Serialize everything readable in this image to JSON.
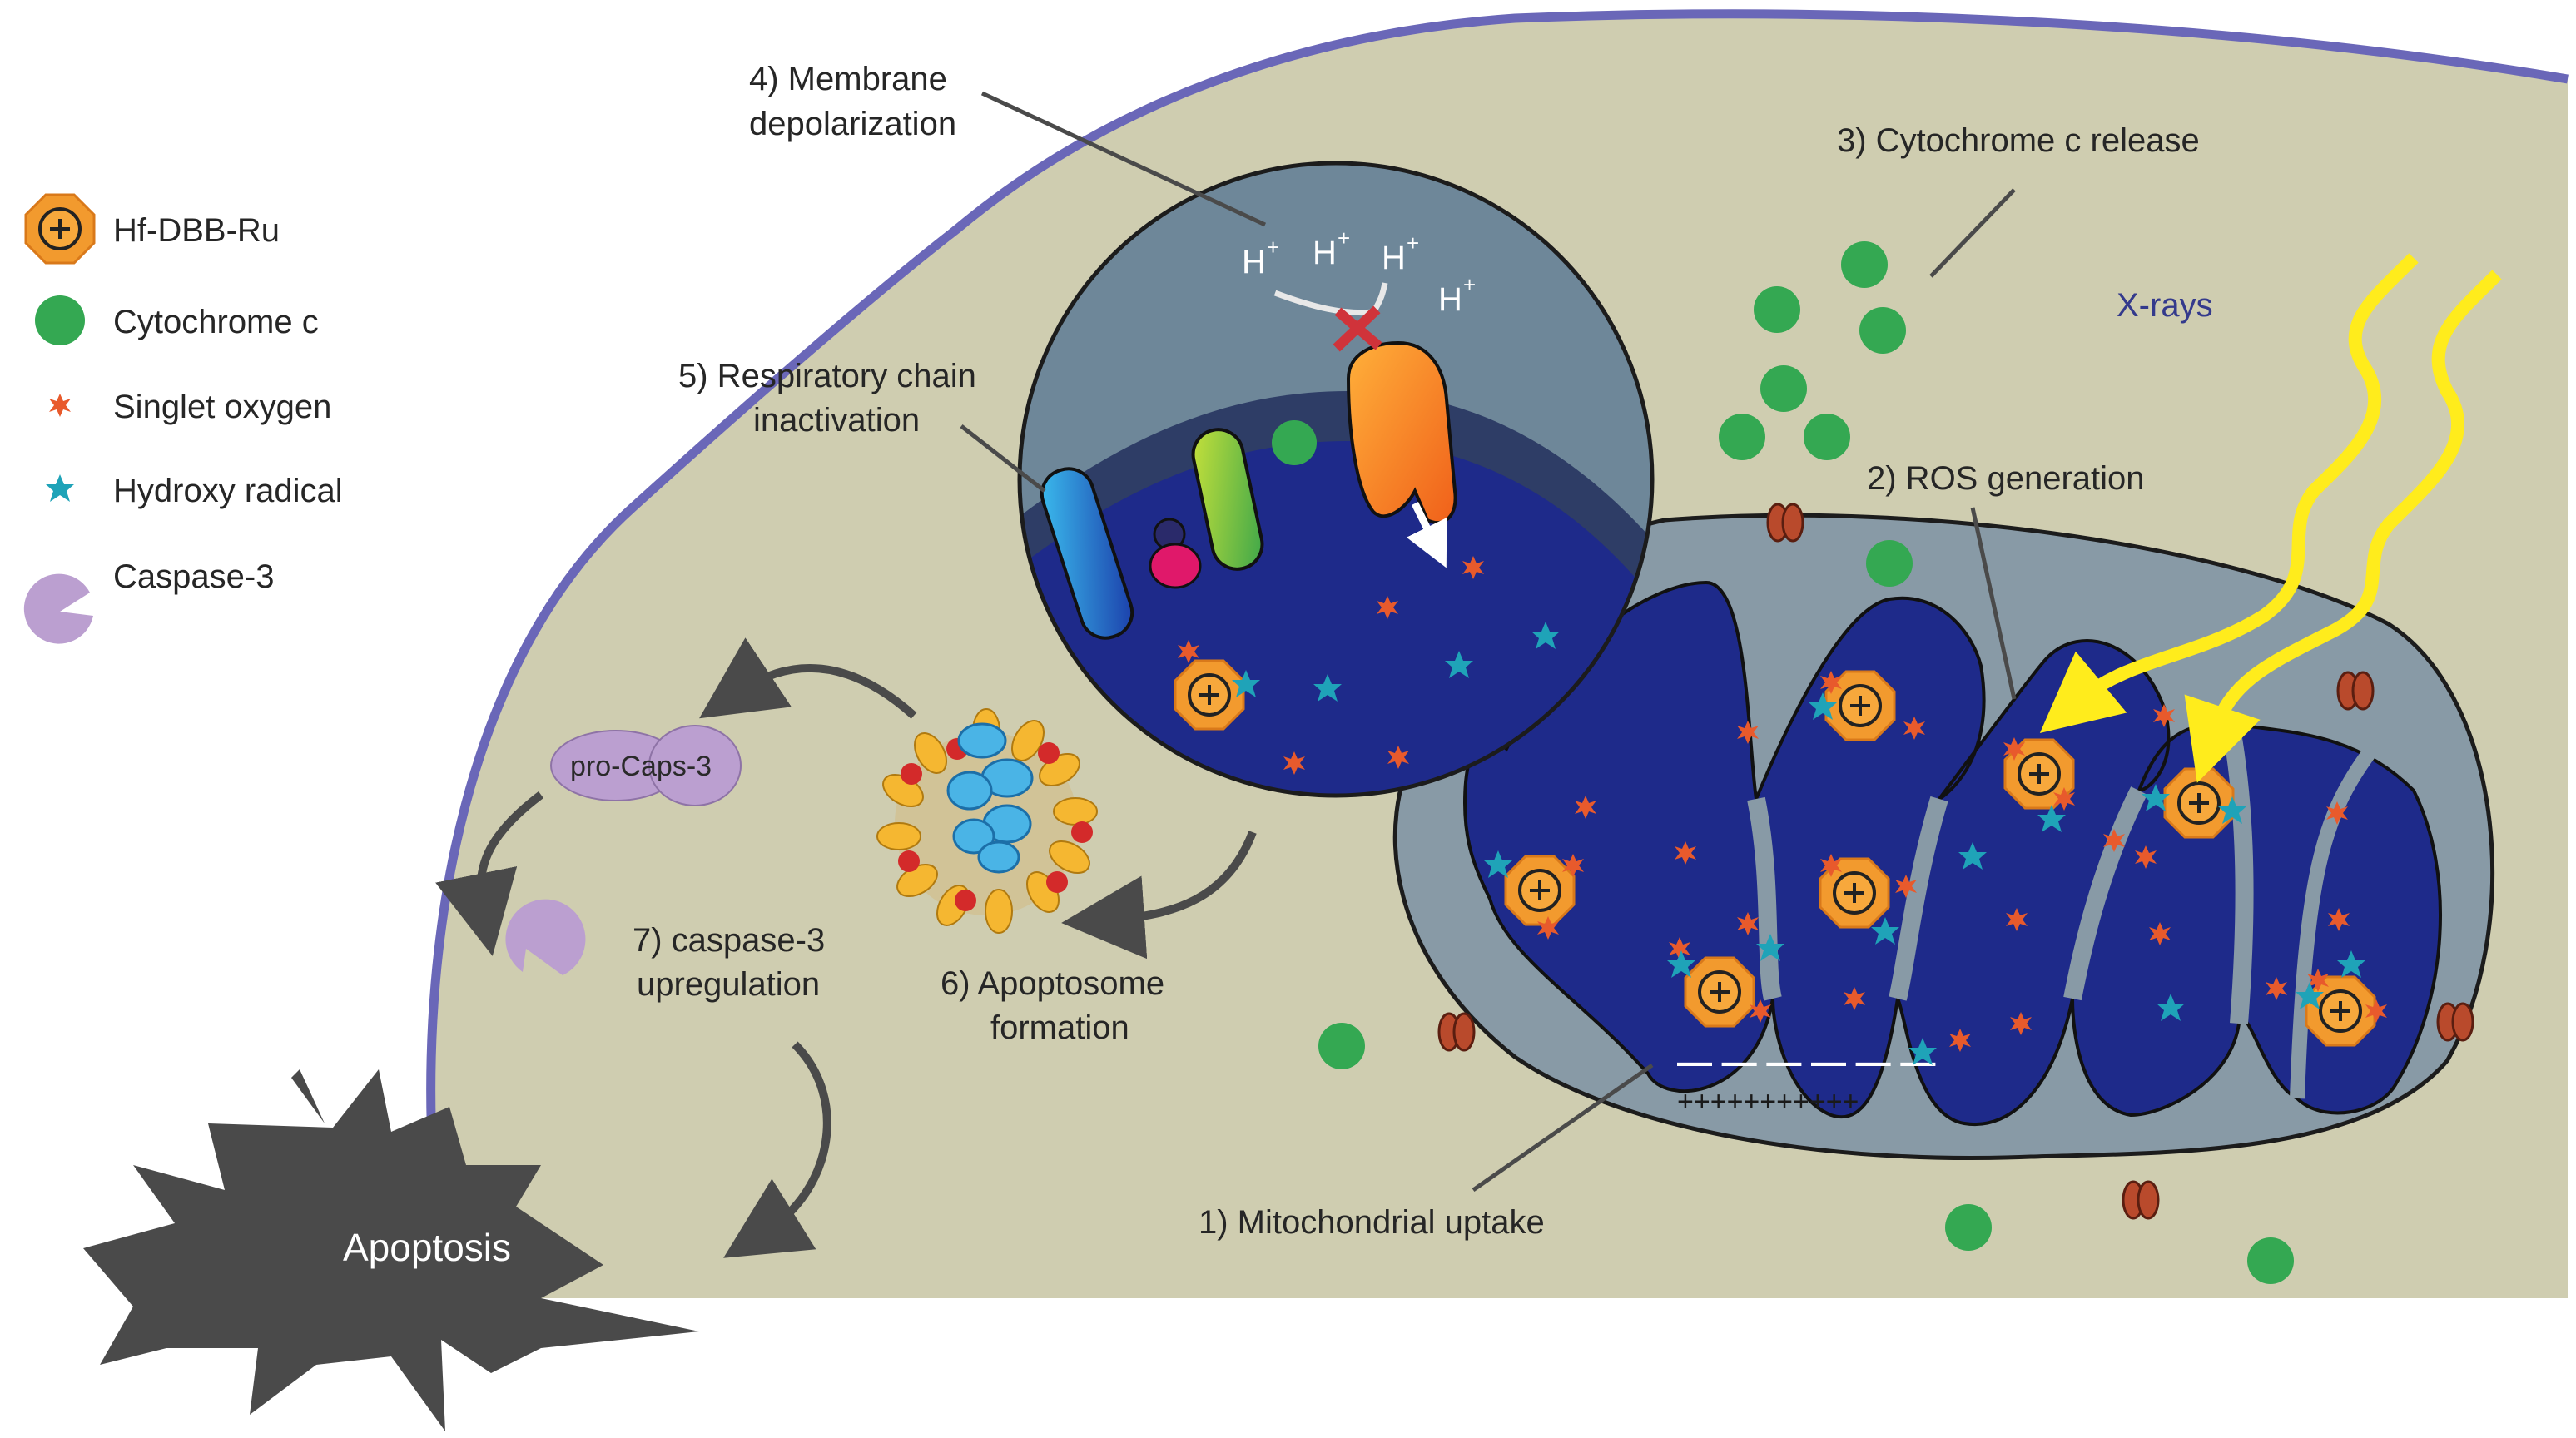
{
  "legend": [
    {
      "icon": "hf-dbb-ru-icon",
      "label": "Hf-DBB-Ru"
    },
    {
      "icon": "cytochrome-c-icon",
      "label": "Cytochrome c"
    },
    {
      "icon": "singlet-oxygen-icon",
      "label": "Singlet oxygen"
    },
    {
      "icon": "hydroxy-radical-icon",
      "label": "Hydroxy radical"
    },
    {
      "icon": "caspase-3-icon",
      "label": "Caspase-3"
    }
  ],
  "steps": {
    "s1": "1) Mitochondrial uptake",
    "s2": "2) ROS generation",
    "s3": "3) Cytochrome c release",
    "s4_line1": "4) Membrane",
    "s4_line2": "depolarization",
    "s5_line1": "5) Respiratory chain",
    "s5_line2": "inactivation",
    "s6_line1": "6) Apoptosome",
    "s6_line2": "formation",
    "s7_line1": "7) caspase-3",
    "s7_line2": "upregulation"
  },
  "labels": {
    "xrays": "X-rays",
    "pro_caps": "pro-Caps-3",
    "apoptosis": "Apoptosis",
    "proton": "H",
    "proton_charge": "+",
    "plus_sign": "+",
    "inner_membrane_positive": "+++++++++++",
    "inner_membrane_negative": "— — — — — —"
  },
  "colors": {
    "cytoplasm": "#cfcdb0",
    "cell_membrane": "#6a67b8",
    "mito_outer": "#889aa6",
    "matrix": "#1e2a8a",
    "cytochrome_c": "#34a852",
    "hf_dbb_ru": "#f29a2e",
    "singlet_oxygen": "#e85a2c",
    "hydroxy_radical": "#1fa3b8",
    "caspase": "#bb9fd0",
    "apoptosis": "#4a4a4a",
    "xray": "#ffec1c",
    "xray_label": "#343a8c"
  }
}
